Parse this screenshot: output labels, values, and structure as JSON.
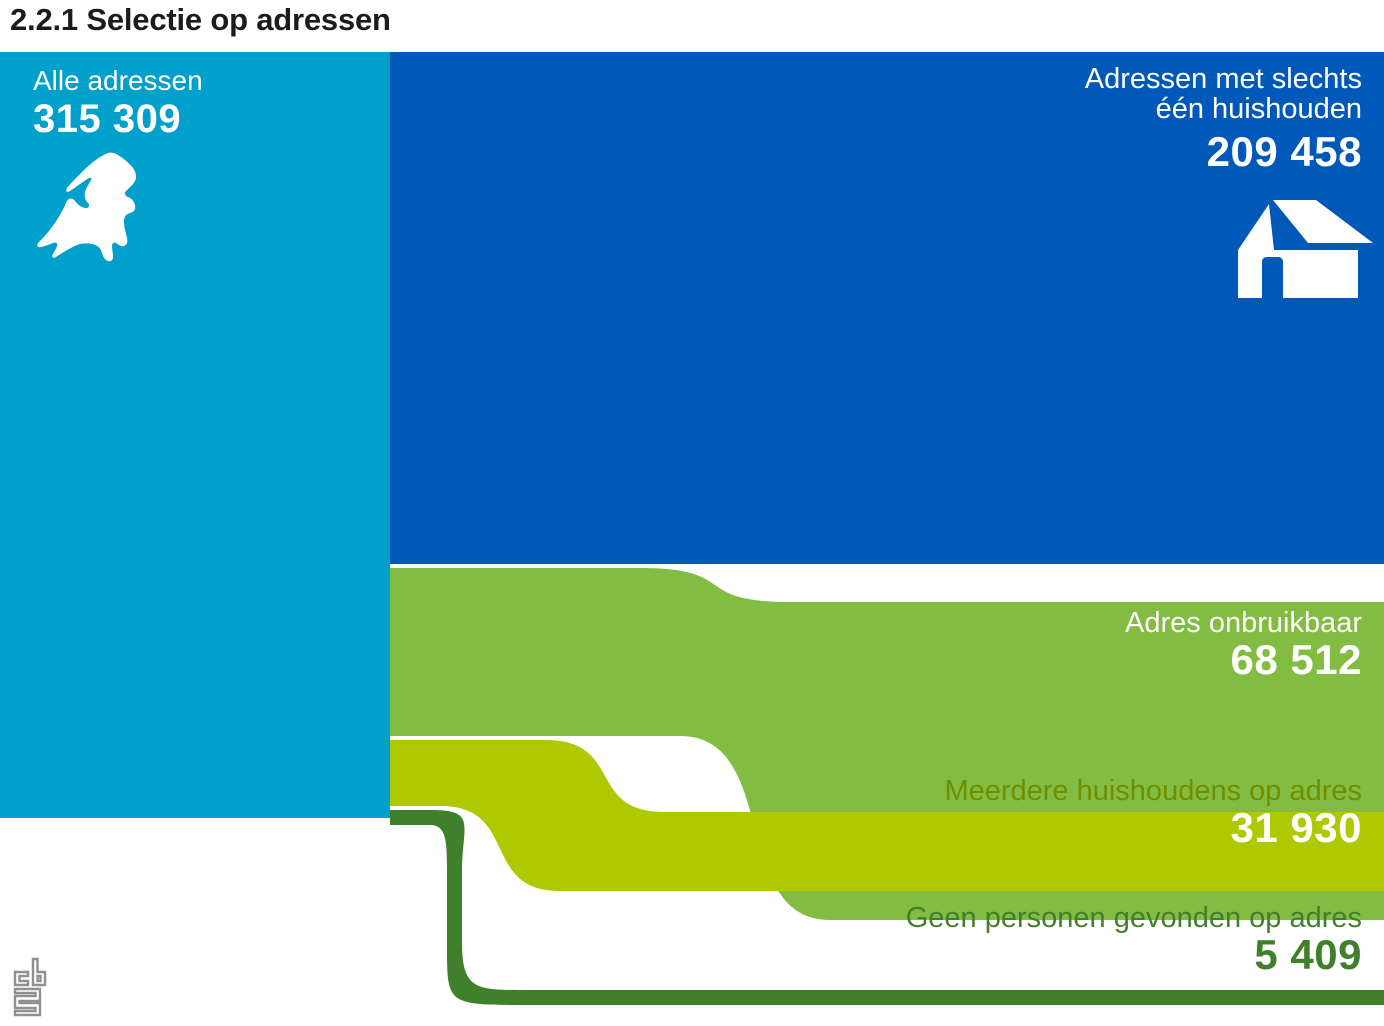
{
  "title": "2.2.1 Selectie op adressen",
  "colors": {
    "source_cyan": "#00a0cd",
    "single_blue": "#0058b8",
    "unusable_green": "#82bc42",
    "multi_lime": "#aec900",
    "none_darkgreen": "#41802a",
    "title_text": "#1c1c1c",
    "logo_gray": "#909090",
    "white": "#ffffff"
  },
  "source": {
    "label": "Alle adressen",
    "value": "315 309",
    "icon": "netherlands-map-icon"
  },
  "flows": [
    {
      "key": "single_household",
      "label": "Adressen met slechts",
      "label_line2": "één huishouden",
      "value": "209 458",
      "color": "#0058b8",
      "icon": "house-icon"
    },
    {
      "key": "address_unusable",
      "label": "Adres onbruikbaar",
      "value": "68 512",
      "color": "#82bc42"
    },
    {
      "key": "multiple_households",
      "label": "Meerdere huishoudens op adres",
      "value": "31 930",
      "color": "#aec900"
    },
    {
      "key": "no_persons_found",
      "label": "Geen personen gevonden op adres",
      "value": "5 409",
      "color": "#41802a"
    }
  ],
  "logo": {
    "name": "cbs-logo",
    "alt": "cbs"
  },
  "chart_data": {
    "type": "bar",
    "title": "2.2.1 Selectie op adressen",
    "xlabel": "",
    "ylabel": "",
    "categories": [
      "Alle adressen",
      "Adressen met slechts één huishouden",
      "Adres onbruikbaar",
      "Meerdere huishoudens op adres",
      "Geen personen gevonden op adres"
    ],
    "values": [
      315309,
      209458,
      68512,
      31930,
      5409
    ],
    "series": [
      {
        "name": "Selectie op adressen",
        "values": [
          315309,
          209458,
          68512,
          31930,
          5409
        ]
      }
    ],
    "annotations": [
      "Sankey-style flow diagram: 315 309 adressen splitst in 209 458 + 68 512 + 31 930 + 5 409"
    ],
    "grid": false,
    "legend": "none"
  }
}
